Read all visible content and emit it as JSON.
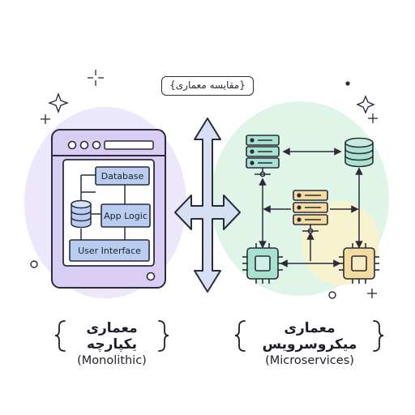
{
  "title": "{مقایسه معماری}",
  "monolith": {
    "layers": {
      "database": "Database",
      "app_logic": "App Logic",
      "user_interface": "User Interface"
    },
    "label_fa": "معماری یکپارچه",
    "label_en": "(Monolithic)"
  },
  "microservices": {
    "label_fa": "معماری میکروسرویس",
    "label_en": "(Microservices)"
  },
  "colors": {
    "outline": "#2b2b3a",
    "monolith_panel": "#d9cdf3",
    "layer_box": "#b9cdf0",
    "server_green": "#a9e2cf",
    "server_yellow": "#f3dc9e",
    "chip_green": "#a9e2cf",
    "chip_yellow": "#f3dc9e",
    "arrow_fill": "#d5e1f3",
    "blob_purple": "#ece7fb",
    "blob_green": "#dff5e8",
    "blob_yellow": "#f8f3cf"
  }
}
